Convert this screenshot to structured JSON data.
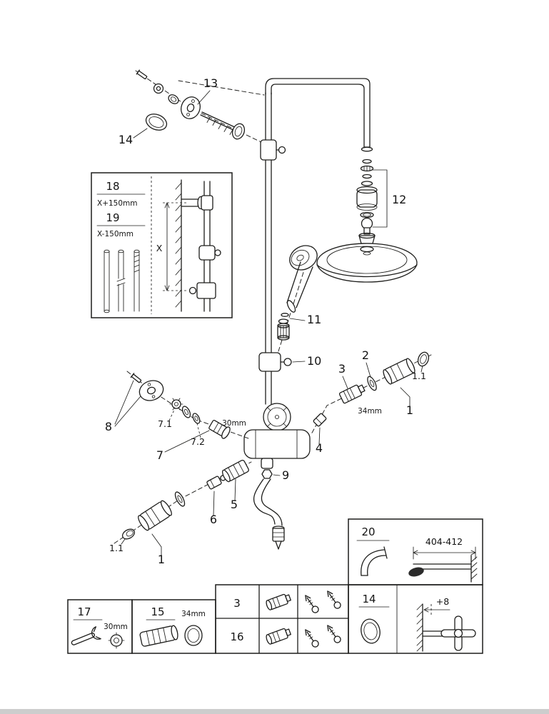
{
  "page": {
    "background": "#ffffff",
    "line_color": "#1d1d1b",
    "footer_bar_color": "#cdcdcd"
  },
  "callouts": {
    "c13": "13",
    "c14": "14",
    "c12": "12",
    "c11": "11",
    "c10": "10",
    "c8": "8",
    "c7_1": "7.1",
    "c7_2": "7.2",
    "c7": "7",
    "c4": "4",
    "c9": "9",
    "c5": "5",
    "c6": "6",
    "c2": "2",
    "c3": "3",
    "c1_right": "1",
    "c1_1_right": "1.1",
    "c1_left": "1",
    "c1_1_left": "1.1",
    "dim_30mm": "30mm",
    "dim_34mm": "34mm"
  },
  "inset": {
    "item18": "18",
    "item18_offset": "X+150mm",
    "item19": "19",
    "item19_offset": "X-150mm",
    "dim_x": "X"
  },
  "boxes": {
    "b20": {
      "label": "20",
      "dim": "404-412"
    },
    "b17": {
      "label": "17",
      "dim": "30mm"
    },
    "b15": {
      "label": "15",
      "dim": "34mm"
    },
    "b3_16": {
      "row1": "3",
      "row2": "16"
    },
    "b14": {
      "label": "14",
      "dim": "+8"
    }
  }
}
